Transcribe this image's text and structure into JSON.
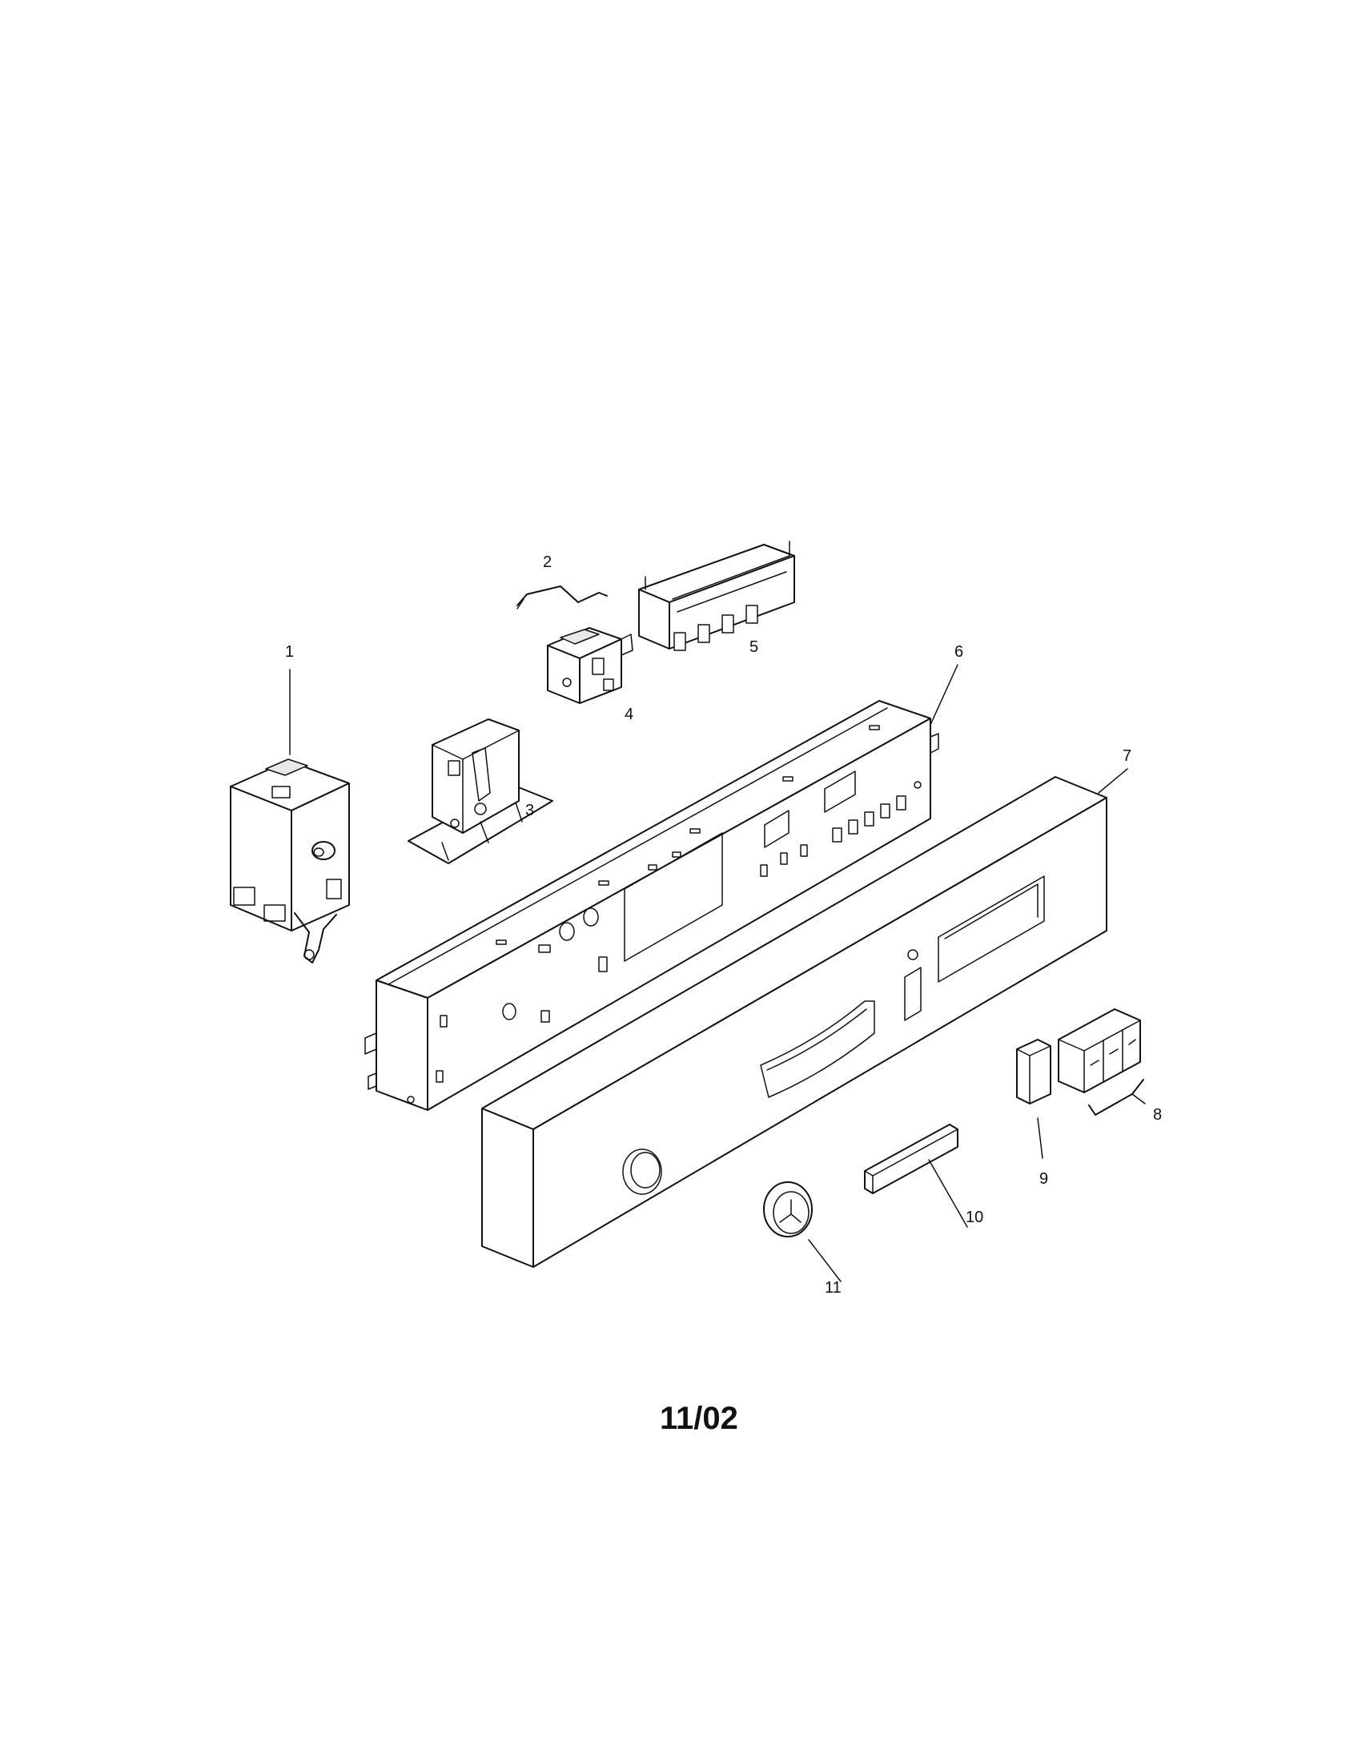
{
  "callouts": [
    {
      "id": "1",
      "label": "1"
    },
    {
      "id": "2",
      "label": "2"
    },
    {
      "id": "3",
      "label": "3"
    },
    {
      "id": "4",
      "label": "4"
    },
    {
      "id": "5",
      "label": "5"
    },
    {
      "id": "6",
      "label": "6"
    },
    {
      "id": "7",
      "label": "7"
    },
    {
      "id": "8",
      "label": "8"
    },
    {
      "id": "9",
      "label": "9"
    },
    {
      "id": "10",
      "label": "10"
    },
    {
      "id": "11",
      "label": "11"
    }
  ],
  "footer": {
    "date_code": "11/02"
  }
}
